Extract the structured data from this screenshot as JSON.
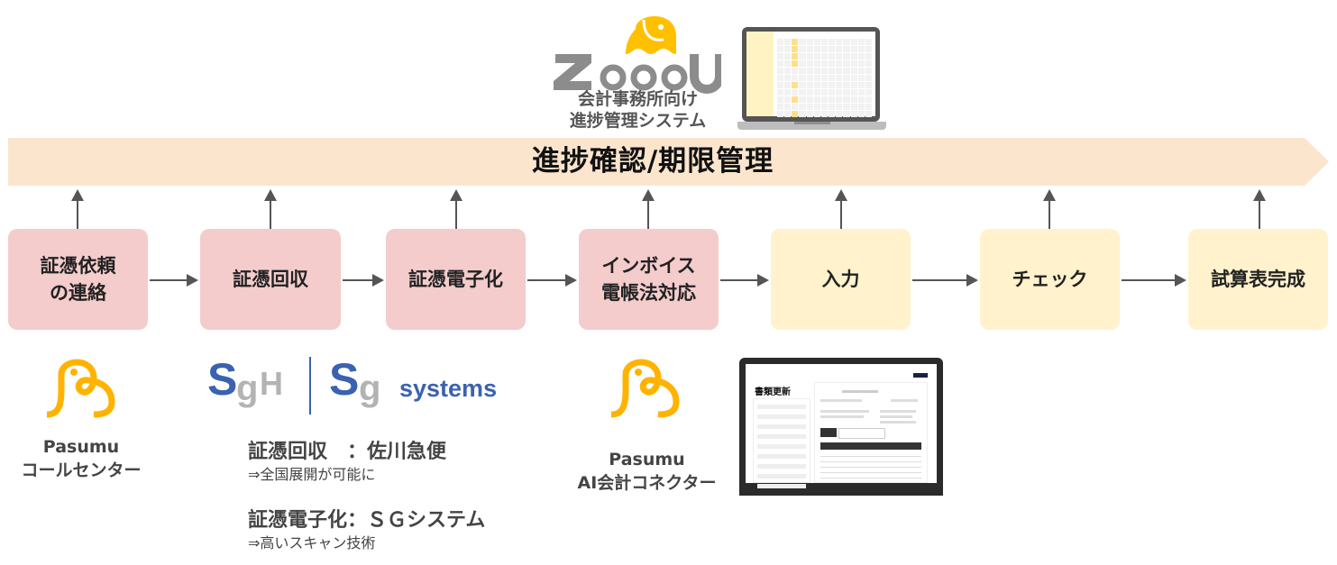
{
  "header": {
    "product_logo_text": "ZoooU",
    "product_subtitle_line1": "会計事務所向け",
    "product_subtitle_line2": "進捗管理システム"
  },
  "banner": {
    "label": "進捗確認/期限管理",
    "color": "#fce5cd"
  },
  "process_steps": [
    {
      "line1": "証憑依頼",
      "line2": "の連絡",
      "color": "#f4cccc"
    },
    {
      "line1": "証憑回収",
      "line2": "",
      "color": "#f4cccc"
    },
    {
      "line1": "証憑電子化",
      "line2": "",
      "color": "#f4cccc"
    },
    {
      "line1": "インボイス",
      "line2": "電帳法対応",
      "color": "#f4cccc"
    },
    {
      "line1": "入力",
      "line2": "",
      "color": "#fff2cc"
    },
    {
      "line1": "チェック",
      "line2": "",
      "color": "#fff2cc"
    },
    {
      "line1": "試算表完成",
      "line2": "",
      "color": "#fff2cc"
    }
  ],
  "pasumu_call_center": {
    "name": "Pasumu",
    "label": "コールセンター"
  },
  "sg_logo": {
    "left_mark": "SgH",
    "right_mark": "Sg",
    "right_word": "systems",
    "blue": "#3a62b0",
    "gray": "#b3b3b3"
  },
  "partners": [
    {
      "head": "証憑回収　：佐川急便",
      "sub": "⇒全国展開が可能に"
    },
    {
      "head": "証憑電子化：ＳＧシステム",
      "sub": "⇒高いスキャン技術"
    }
  ],
  "pasumu_ai": {
    "name": "Pasumu",
    "label": "AI会計コネクター"
  },
  "laptop2_screen": {
    "title": "書類更新"
  },
  "colors": {
    "brand_yellow": "#ffb300",
    "arrow": "#555555",
    "pink_box": "#f4cccc",
    "yellow_box": "#fff2cc"
  }
}
